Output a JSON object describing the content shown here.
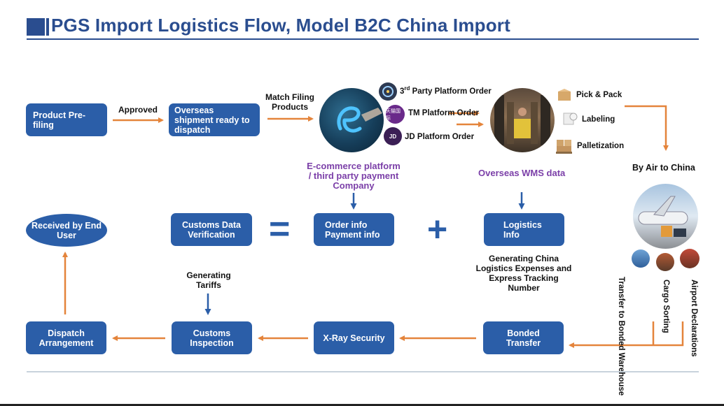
{
  "title": "PGS Import Logistics Flow, Model B2C China Import",
  "top_row": {
    "product_prefiling": "Product Pre-filing",
    "approved_label": "Approved",
    "overseas_shipment": "Overseas shipment ready to dispatch",
    "match_filing_label": "Match Filing Products",
    "platform_orders": [
      {
        "label_main": "3",
        "label_sup": "rd",
        "label_rest": "  Party Platform Order"
      },
      {
        "label": "TM Platform Order",
        "logo_text": "天猫国际"
      },
      {
        "label": "JD Platform Order",
        "logo_text": "JD"
      }
    ],
    "wms_steps": [
      "Pick & Pack",
      "Labeling",
      "Palletization"
    ],
    "by_air_label": "By Air to China"
  },
  "middle_row": {
    "ecommerce_caption": "E-commerce platform / third party payment Company",
    "wms_caption": "Overseas WMS data",
    "received_by_end_user": "Received by End User",
    "customs_data_verification": "Customs Data Verification",
    "equals_sign": "=",
    "order_info": "Order info Payment info",
    "plus_sign": "+",
    "logistics_info": "Logistics Info",
    "logistics_caption": "Generating China Logistics Expenses and Express Tracking Number",
    "generating_tariffs": "Generating Tariffs",
    "airport_steps": [
      "Transfer to Bonded Warehouse",
      "Cargo Sorting",
      "Airport Declarations"
    ]
  },
  "bottom_row": {
    "dispatch_arrangement": "Dispatch Arrangement",
    "customs_inspection": "Customs Inspection",
    "xray_security": "X-Ray Security",
    "bonded_transfer": "Bonded Transfer"
  },
  "colors": {
    "box_blue": "#2b5ea8",
    "title_blue": "#2a4d8f",
    "arrow_orange": "#e4843b",
    "arrow_blue": "#2b5ea8",
    "caption_purple": "#7b3fa8"
  }
}
